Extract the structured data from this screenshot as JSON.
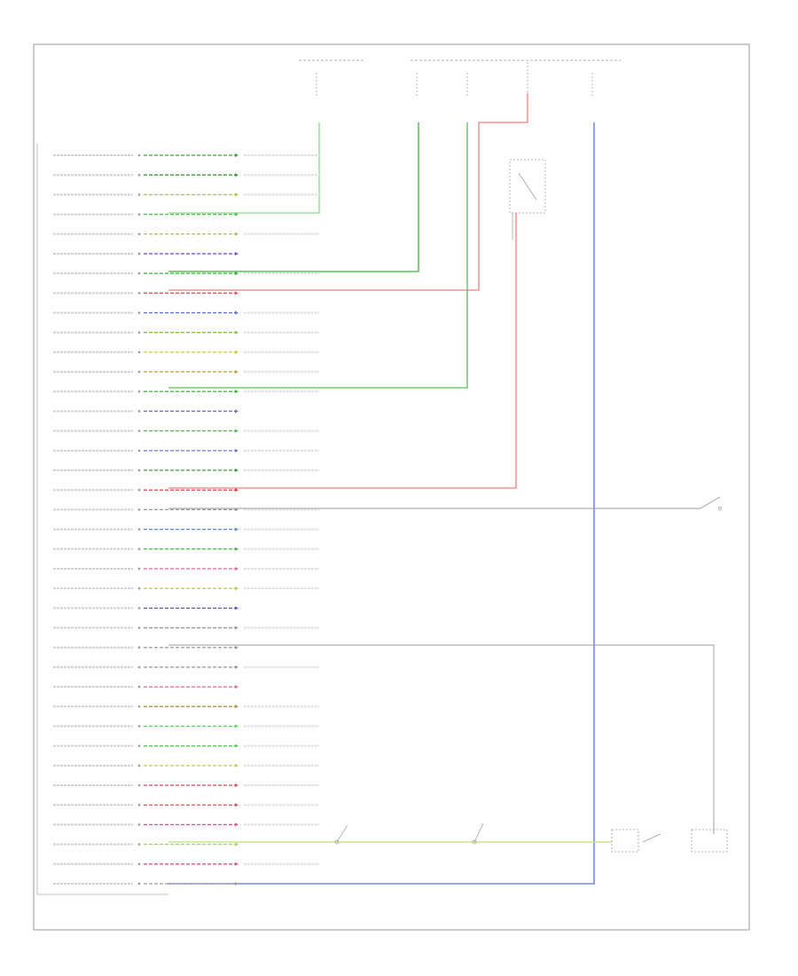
{
  "diagram": {
    "footer_note": "",
    "footer_id": ""
  },
  "colors": {
    "green": "#8fd98f",
    "dark_green": "#39b339",
    "red": "#f07f7f",
    "blue": "#5b6fe0",
    "yellow_green": "#bde07a",
    "gray": "#9a9a9a"
  },
  "left_connector": {
    "rows": [
      {
        "label": "",
        "color": "#3c9a3c",
        "group": 1
      },
      {
        "label": "",
        "color": "#3c9a3c",
        "group": 1
      },
      {
        "label": "",
        "color": "#b3c24a",
        "group": 1
      },
      {
        "label": "",
        "color": "#58c258",
        "group": 0
      },
      {
        "label": "",
        "color": "#b8b85a",
        "group": 0
      },
      {
        "label": "",
        "color": "#7b58c8",
        "group": 0
      },
      {
        "label": "",
        "color": "#3cb03c",
        "group": 0
      },
      {
        "label": "",
        "color": "#e05a5a",
        "group": 0
      },
      {
        "label": "",
        "color": "#5a6ad8",
        "group": 0
      },
      {
        "label": "",
        "color": "#78c840",
        "group": 2
      },
      {
        "label": "",
        "color": "#c8c840",
        "group": 2
      },
      {
        "label": "",
        "color": "#c8a040",
        "group": 2
      },
      {
        "label": "",
        "color": "#3cb03c",
        "group": 0
      },
      {
        "label": "",
        "color": "#6a6ad8",
        "group": 0
      },
      {
        "label": "",
        "color": "#58b858",
        "group": 0
      },
      {
        "label": "",
        "color": "#6a78d8",
        "group": 3
      },
      {
        "label": "",
        "color": "#3c9a3c",
        "group": 3
      },
      {
        "label": "",
        "color": "#e04040",
        "group": 0
      },
      {
        "label": "",
        "color": "#9a9a9a",
        "group": 0
      },
      {
        "label": "",
        "color": "#5a8ad8",
        "group": 4
      },
      {
        "label": "",
        "color": "#48b048",
        "group": 4
      },
      {
        "label": "",
        "color": "#d86a9a",
        "group": 4
      },
      {
        "label": "",
        "color": "#b8c840",
        "group": 4
      },
      {
        "label": "",
        "color": "#5858c8",
        "group": 0
      },
      {
        "label": "",
        "color": "#9a9a9a",
        "group": 0
      },
      {
        "label": "",
        "color": "#9a9a9a",
        "group": 0
      },
      {
        "label": "",
        "color": "#9a9a9a",
        "group": 0
      },
      {
        "label": "",
        "color": "#d86aa0",
        "group": 0
      },
      {
        "label": "",
        "color": "#b89050",
        "group": 0
      },
      {
        "label": "",
        "color": "#58d858",
        "group": 5
      },
      {
        "label": "",
        "color": "#58c858",
        "group": 5
      },
      {
        "label": "",
        "color": "#c8c840",
        "group": 5
      },
      {
        "label": "",
        "color": "#d8586a",
        "group": 6
      },
      {
        "label": "",
        "color": "#d85858",
        "group": 6
      },
      {
        "label": "",
        "color": "#d85890",
        "group": 6
      },
      {
        "label": "",
        "color": "#9ad858",
        "group": 0
      },
      {
        "label": "",
        "color": "#d85880",
        "group": 0
      },
      {
        "label": "",
        "color": "#9a9a9a",
        "group": 0
      }
    ]
  }
}
